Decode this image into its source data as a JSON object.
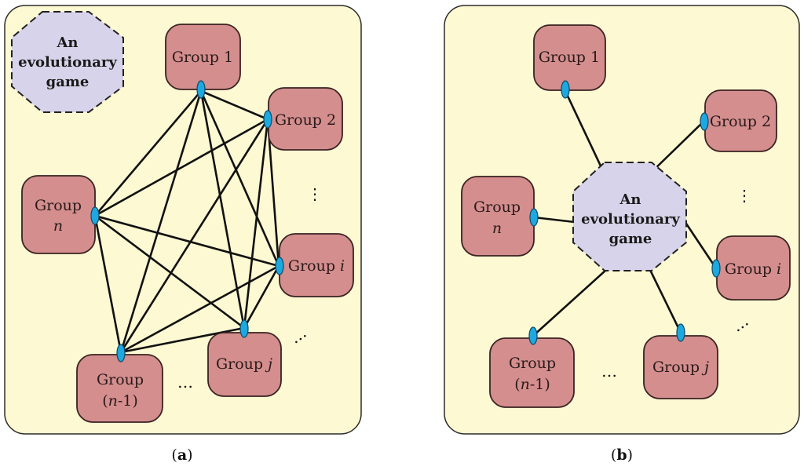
{
  "colors": {
    "panel_fill": "#fdf9d2",
    "panel_stroke": "#2b2b2b",
    "group_fill": "#d48e8e",
    "group_stroke": "#3a2222",
    "game_fill": "#d7d3ea",
    "connector": "#1ea8e0",
    "line": "#111111"
  },
  "game_label": {
    "line1": "An",
    "line2": "evolutionary",
    "line3": "game"
  },
  "groups": {
    "g1": "Group 1",
    "g2": "Group 2",
    "gi_prefix": "Group ",
    "gi_var": "i",
    "gj_prefix": "Group ",
    "gj_var": "j",
    "gn_word": "Group",
    "gn_var": "n",
    "gn1_word": "Group",
    "gn1_open": "(",
    "gn1_var": "n",
    "gn1_close": "-1)"
  },
  "ellipsis_h": "…",
  "ellipsis_v": "⋮",
  "captions": {
    "a_open": "(",
    "a_letter": "a",
    "a_close": ")",
    "b_open": "(",
    "b_letter": "b",
    "b_close": ")"
  }
}
